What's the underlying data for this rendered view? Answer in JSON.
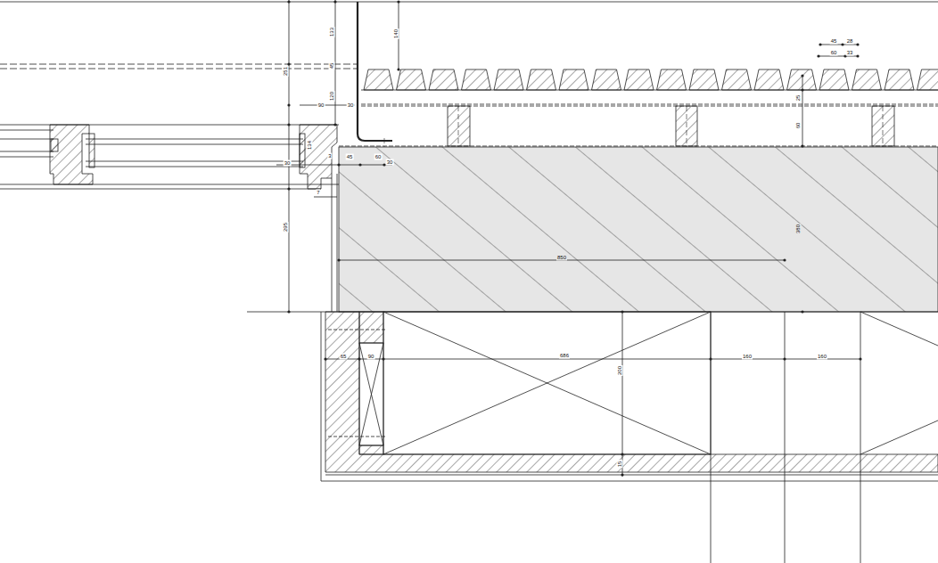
{
  "diagram": {
    "labels": [
      "133",
      "140",
      "251",
      "45",
      "120",
      "90",
      "30",
      "134",
      "3",
      "45",
      "60",
      "30",
      "30",
      "7",
      "295",
      "850",
      "380",
      "60",
      "25",
      "45",
      "28",
      "60",
      "33",
      "65",
      "90",
      "686",
      "160",
      "160",
      "200",
      "15"
    ]
  }
}
